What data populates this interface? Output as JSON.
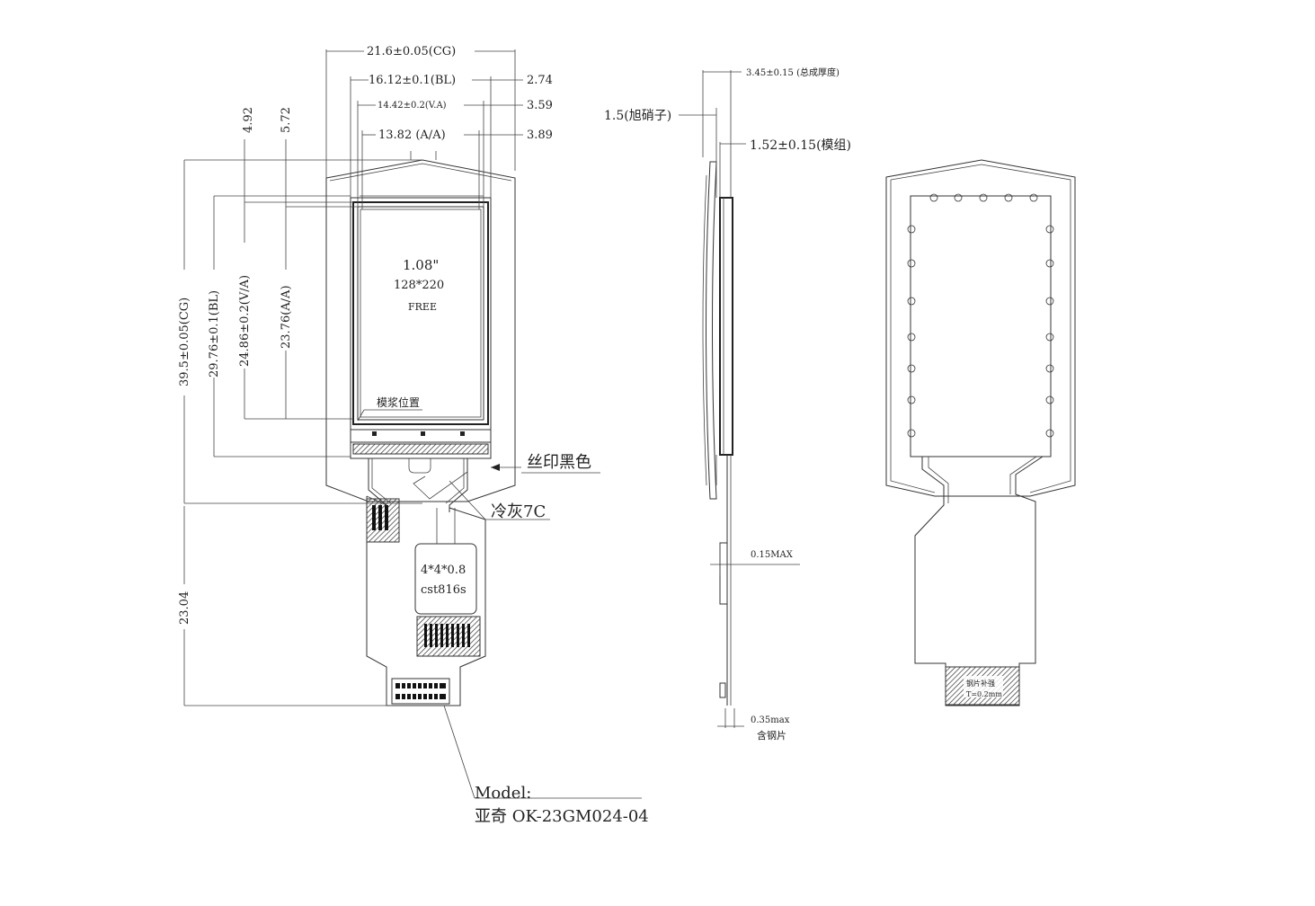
{
  "front_view": {
    "dims": {
      "cg_width": "21.6±0.05(CG)",
      "bl_width": "16.12±0.1(BL)",
      "va_width": "14.42±0.2(V.A)",
      "aa_width": "13.82 (A/A)",
      "right_274": "2.74",
      "right_359": "3.59",
      "right_389": "3.89",
      "top_492": "4.92",
      "top_572": "5.72",
      "cg_height": "39.5±0.05(CG)",
      "bl_height": "29.76±0.1(BL)",
      "va_height": "24.86±0.2(V/A)",
      "aa_height": "23.76(A/A)",
      "fpc_length": "23.04"
    },
    "screen": {
      "size": "1.08\"",
      "resolution": "128*220",
      "mode": "FREE"
    },
    "notes": {
      "slurry_position": "模浆位置",
      "silk_print": "丝印黑色",
      "cold_gray": "冷灰7C"
    },
    "ic": {
      "package": "4*4*0.8",
      "part": "cst816s"
    },
    "model": {
      "label": "Model:",
      "value": "亚奇 OK-23GM024-04"
    }
  },
  "side_view": {
    "total_thickness": "3.45±0.15 (总成厚度)",
    "glass": "1.5(旭硝子)",
    "module": "1.52±0.15(模组)",
    "fpc_max": "0.15MAX",
    "stiffener_max": "0.35max",
    "stiffener_note": "含钢片"
  },
  "back_view": {
    "stiffener_label": "钢片补强",
    "stiffener_thickness": "T=0.2mm"
  }
}
